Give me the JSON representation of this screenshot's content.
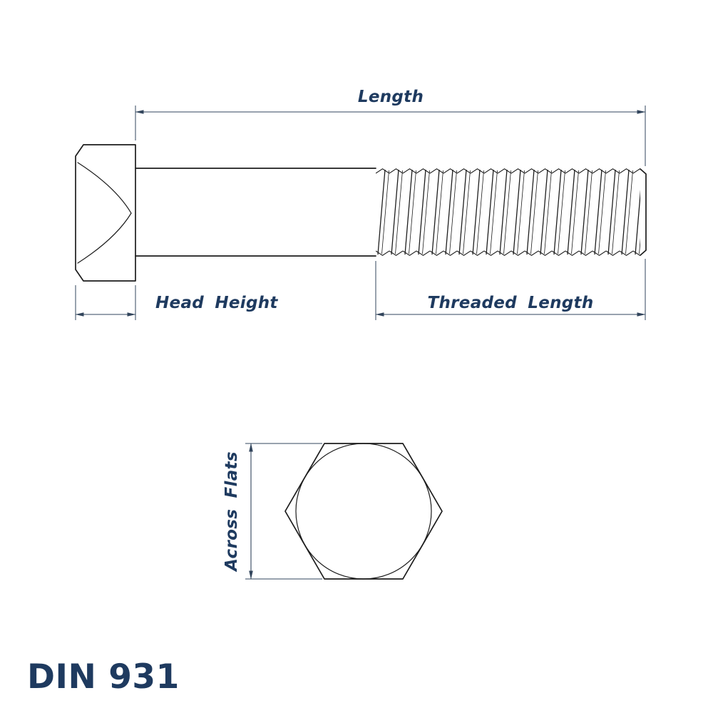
{
  "title": "DIN 931",
  "labels": {
    "length": "Length",
    "head_height": "Head Height",
    "threaded_length": "Threaded Length",
    "across_flats": "Across Flats"
  },
  "colors": {
    "background": "#ffffff",
    "outline": "#1c1c1c",
    "dimension_line": "#32455c",
    "label_text": "#1e3a5f",
    "title_text": "#1e3a5f"
  }
}
